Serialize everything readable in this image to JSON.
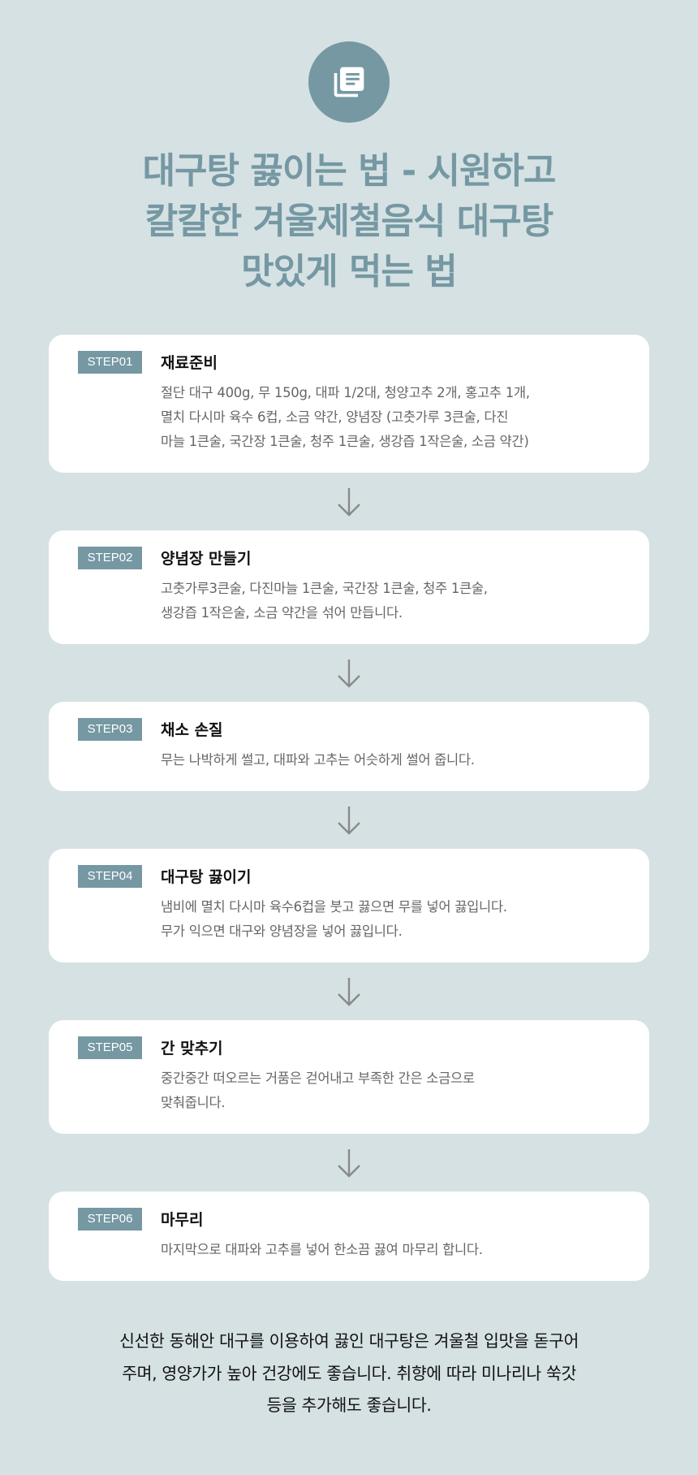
{
  "header": {
    "icon": "article-icon",
    "title_lines": [
      "대구탕 끓이는 법 - 시원하고",
      "칼칼한 겨울제철음식 대구탕",
      "맛있게 먹는 법"
    ]
  },
  "colors": {
    "accent": "#7598a3",
    "background": "#d5e1e3"
  },
  "steps": [
    {
      "badge": "STEP01",
      "title": "재료준비",
      "desc": [
        "절단 대구 400g, 무 150g, 대파 1/2대, 청양고추 2개, 홍고추 1개,",
        "멸치 다시마 육수 6컵, 소금 약간, 양념장 (고춧가루 3큰술, 다진",
        "마늘 1큰술, 국간장 1큰술, 청주 1큰술, 생강즙 1작은술, 소금 약간)"
      ]
    },
    {
      "badge": "STEP02",
      "title": "양념장 만들기",
      "desc": [
        "고춧가루3큰술, 다진마늘 1큰술, 국간장 1큰술, 청주 1큰술,",
        "생강즙 1작은술, 소금 약간을 섞어 만듭니다."
      ]
    },
    {
      "badge": "STEP03",
      "title": "채소 손질",
      "desc": [
        "무는 나박하게 썰고, 대파와 고추는 어슷하게 썰어 줍니다."
      ]
    },
    {
      "badge": "STEP04",
      "title": "대구탕 끓이기",
      "desc": [
        "냄비에 멸치 다시마 육수6컵을 붓고 끓으면 무를 넣어 끓입니다.",
        "무가 익으면 대구와 양념장을 넣어 끓입니다."
      ]
    },
    {
      "badge": "STEP05",
      "title": "간 맞추기",
      "desc": [
        "중간중간 떠오르는 거품은 걷어내고 부족한 간은 소금으로",
        "맞춰줍니다."
      ]
    },
    {
      "badge": "STEP06",
      "title": "마무리",
      "desc": [
        "마지막으로 대파와 고추를 넣어 한소끔 끓여 마무리 합니다."
      ]
    }
  ],
  "footer": {
    "lines": [
      "신선한 동해안 대구를 이용하여 끓인 대구탕은 겨울철 입맛을 돋구어",
      "주며, 영양가가 높아 건강에도 좋습니다. 취향에 따라 미나리나 쑥갓",
      "등을 추가해도 좋습니다."
    ]
  }
}
